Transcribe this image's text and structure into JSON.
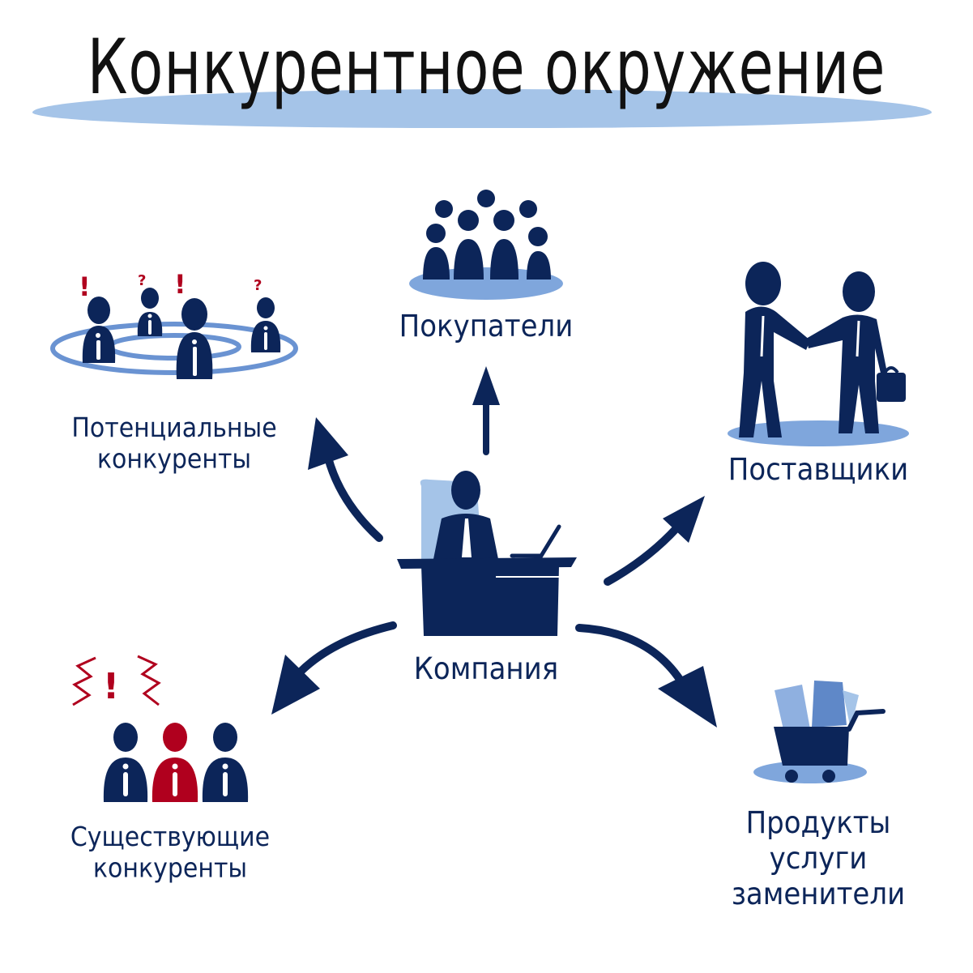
{
  "title": "Конкурентное окружение",
  "center": {
    "label": "Компания",
    "icon": "businessman-at-desk-icon"
  },
  "nodes": {
    "buyers": {
      "label": "Покупатели",
      "icon": "crowd-icon"
    },
    "potential_competitors": {
      "line1": "Потенциальные",
      "line2": "конкуренты",
      "icon": "people-in-circle-icon",
      "marks": [
        "!",
        "?",
        "!",
        "?"
      ]
    },
    "suppliers": {
      "label": "Поставщики",
      "icon": "handshake-icon"
    },
    "existing_competitors": {
      "line1": "Существующие",
      "line2": "конкуренты",
      "icon": "three-people-icon",
      "mark": "!"
    },
    "substitutes": {
      "line1": "Продукты",
      "line2": "услуги",
      "line3": "заменители",
      "icon": "shopping-cart-icon"
    }
  },
  "colors": {
    "navy": "#0c2559",
    "light_blue": "#a5c4e8",
    "mid_blue": "#7fa6dc",
    "red": "#b0001e",
    "title_black": "#111111"
  }
}
